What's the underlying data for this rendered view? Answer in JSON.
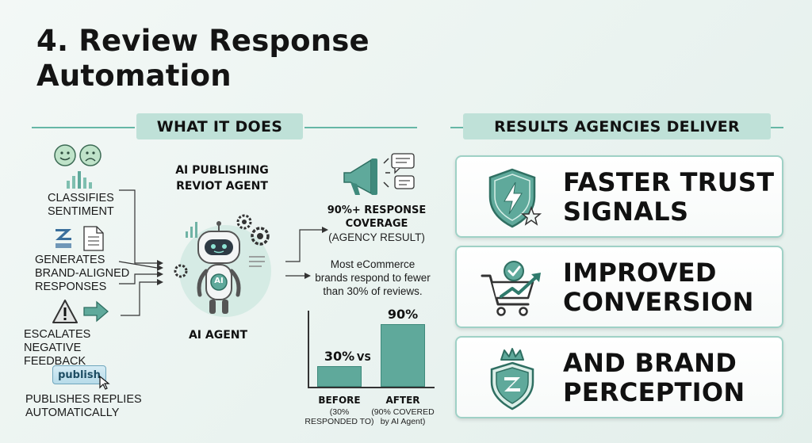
{
  "title": "4. Review Response Automation",
  "left_section": {
    "header": "WHAT IT DOES"
  },
  "right_section": {
    "header": "RESULTS AGENCIES DELIVER"
  },
  "features": [
    {
      "label": "CLASSIFIES SENTIMENT",
      "icon": "sentiment-faces-icon"
    },
    {
      "label": "GENERATES BRAND-ALIGNED RESPONSES",
      "icon": "document-icon"
    },
    {
      "label": "ESCALATES NEGATIVE FEEDBACK",
      "icon": "warning-icon"
    },
    {
      "label": "PUBLISHES REPLIES AUTOMATICALLY",
      "icon": "publish-button-icon"
    }
  ],
  "publish_button": "publish",
  "agent": {
    "title_line1": "AI PUBLISHING",
    "title_line2": "REVIOT AGENT",
    "badge": "AI",
    "caption": "AI AGENT"
  },
  "coverage": {
    "title_line1": "90%+ RESPONSE",
    "title_line2": "COVERAGE",
    "subtitle": "(AGENCY RESULT)",
    "note_line1": "Most eCommerce",
    "note_line2": "brands respond to fewer",
    "note_line3": "than 30% of reviews."
  },
  "chart_data": {
    "type": "bar",
    "categories": [
      "BEFORE",
      "AFTER"
    ],
    "values": [
      30,
      90
    ],
    "value_labels": [
      "30%",
      "90%"
    ],
    "separator": "VS",
    "subtitles": [
      "(30% RESPONDED TO)",
      "(90% COVERED by AI Agent)"
    ],
    "ylim": [
      0,
      100
    ]
  },
  "results": [
    {
      "line1": "FASTER TRUST",
      "line2": "SIGNALS",
      "icon": "shield-lightning-icon"
    },
    {
      "line1": "IMPROVED",
      "line2": "CONVERSION",
      "icon": "cart-trend-icon"
    },
    {
      "line1": "AND BRAND",
      "line2": "PERCEPTION",
      "icon": "crown-shield-icon"
    }
  ],
  "colors": {
    "accent": "#5fa99b",
    "pill": "#bfe1d8",
    "line": "#66b7a6",
    "card_border": "#9fd1c6"
  }
}
